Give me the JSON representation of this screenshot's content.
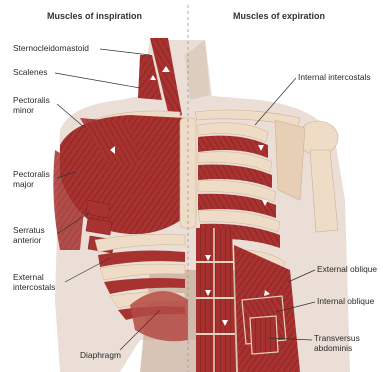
{
  "headings": {
    "left": "Muscles of inspiration",
    "right": "Muscles of expiration"
  },
  "labels": {
    "sternocleidomastoid": "Sternocleidomastoid",
    "scalenes": "Scalenes",
    "pectoralis_minor": "Pectoralis\nminor",
    "pectoralis_major": "Pectoralis\nmajor",
    "serratus_anterior": "Serratus\nanterior",
    "external_intercostals": "External\nintercostals",
    "diaphragm": "Diaphragm",
    "internal_intercostals": "Internal intercostals",
    "external_oblique": "External oblique",
    "internal_oblique": "Internal oblique",
    "transversus_abdominis": "Transversus\nabdominis"
  },
  "colors": {
    "muscle": "#a8322f",
    "muscle_dark": "#7d1f1e",
    "bone": "#efdcc6",
    "bone_shadow": "#d9bfa3",
    "skin": "#c9b2a2",
    "leader": "#333333",
    "divider": "#999999"
  }
}
